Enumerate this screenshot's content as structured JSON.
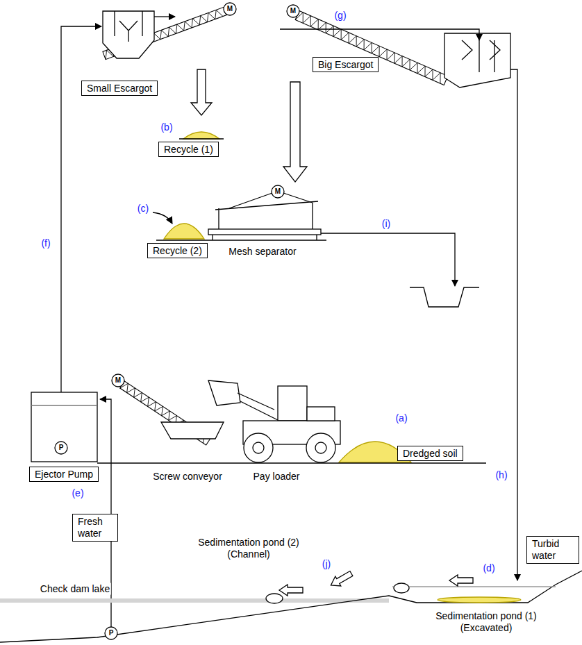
{
  "diagram": {
    "nodes": [
      {
        "text": [
          "Small Escargot"
        ]
      },
      {
        "text": [
          "Recycle (1)"
        ]
      },
      {
        "text": [
          "Big Escargot"
        ]
      },
      {
        "text": [
          "Recycle (2)"
        ]
      },
      {
        "text": [
          "Ejector Pump"
        ]
      },
      {
        "text": [
          "Dredged soil"
        ]
      },
      {
        "text": [
          "Fresh water"
        ]
      },
      {
        "text": [
          "Turbid water"
        ]
      }
    ],
    "labels": [
      "(g)",
      "M",
      "M",
      "(b)",
      "(c)",
      "M",
      "(i)",
      "(f)",
      "P",
      "M",
      "(a)",
      "(e)",
      "(h)",
      "(j)",
      "(d)",
      "Mesh separator",
      "Screw conveyor",
      "Pay loader",
      "Check dam lake",
      "Sedimentation pond (2) (Channel)",
      "Sedimentation pond (1) (Excavated)",
      "P"
    ]
  }
}
